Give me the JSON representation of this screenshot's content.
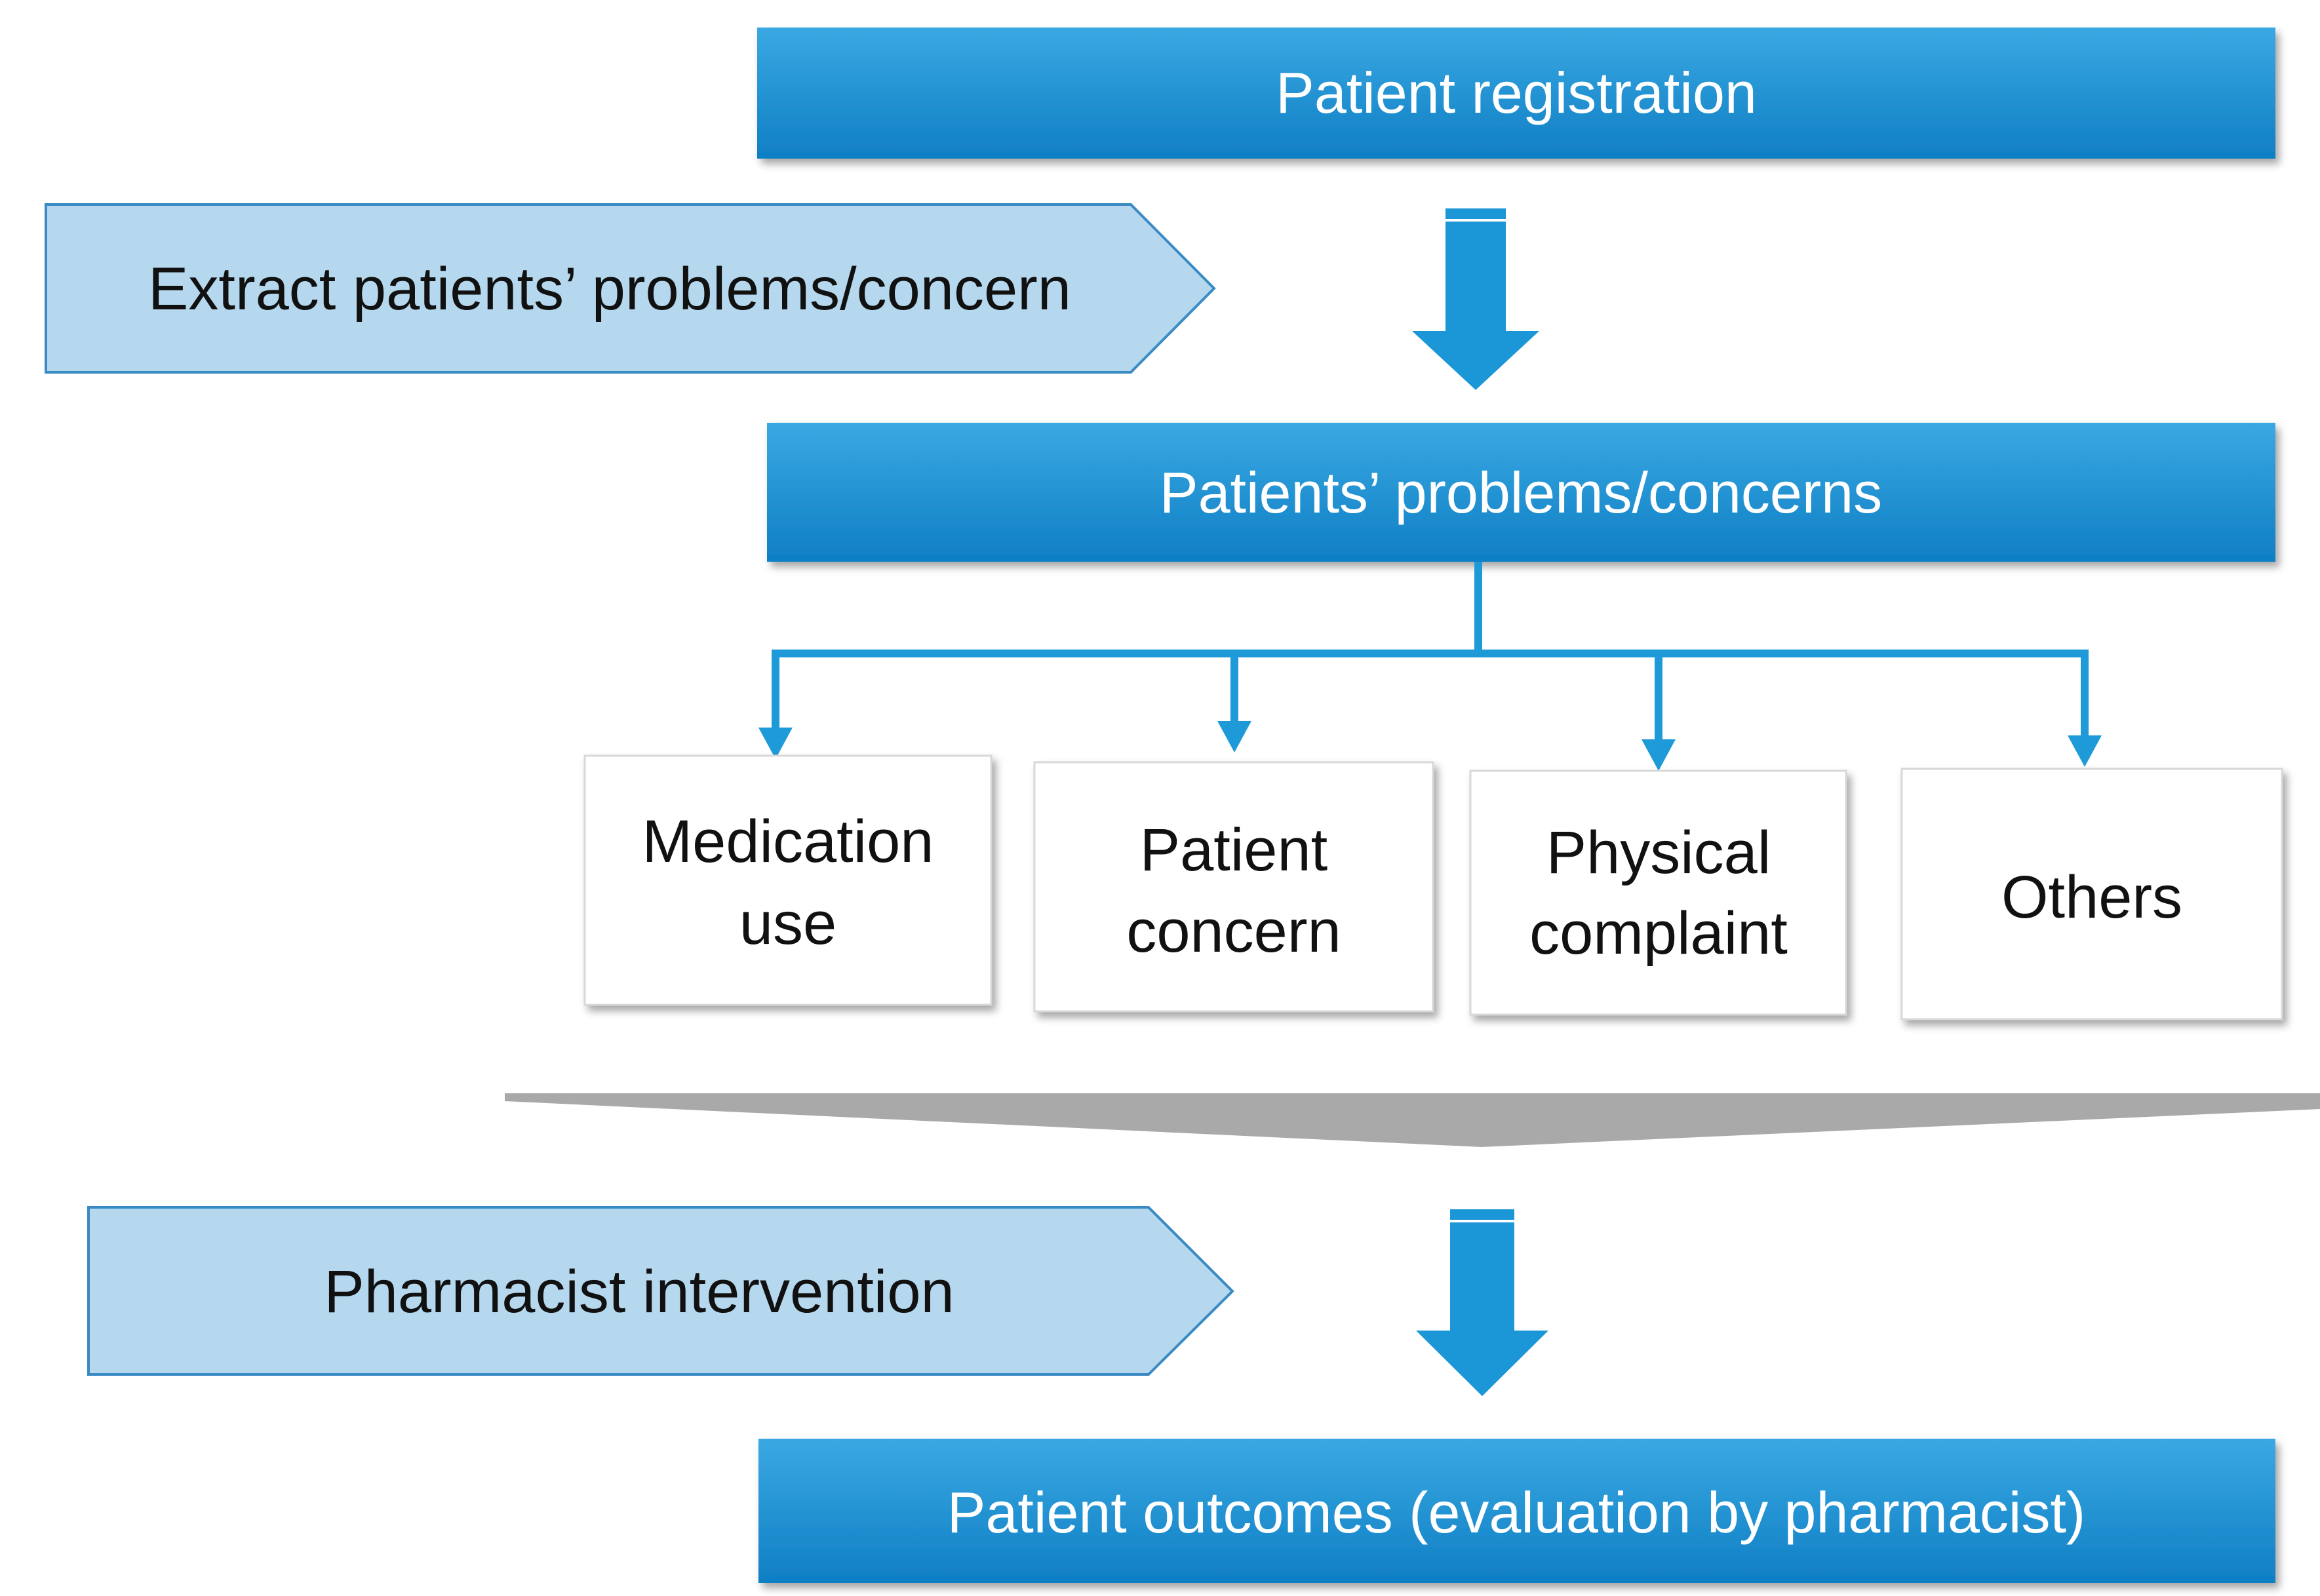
{
  "colors": {
    "bar_top": "#3aa8e2",
    "bar_bottom": "#0f7fc4",
    "tag_fill": "#b5d8ee",
    "tag_stroke": "#3a8ac4",
    "arrow": "#1b96d6",
    "connector": "#1f9ad8",
    "divider": "#a9a9a9"
  },
  "steps": {
    "registration": "Patient registration",
    "problems": "Patients’ problems/concerns",
    "outcomes": "Patient outcomes (evaluation by pharmacist)"
  },
  "side_labels": {
    "extract": "Extract patients’ problems/concern",
    "intervention": "Pharmacist intervention"
  },
  "categories": [
    {
      "line1": "Medication",
      "line2": "use"
    },
    {
      "line1": "Patient",
      "line2": "concern"
    },
    {
      "line1": "Physical",
      "line2": "complaint"
    },
    {
      "line1": "Others",
      "line2": ""
    }
  ]
}
